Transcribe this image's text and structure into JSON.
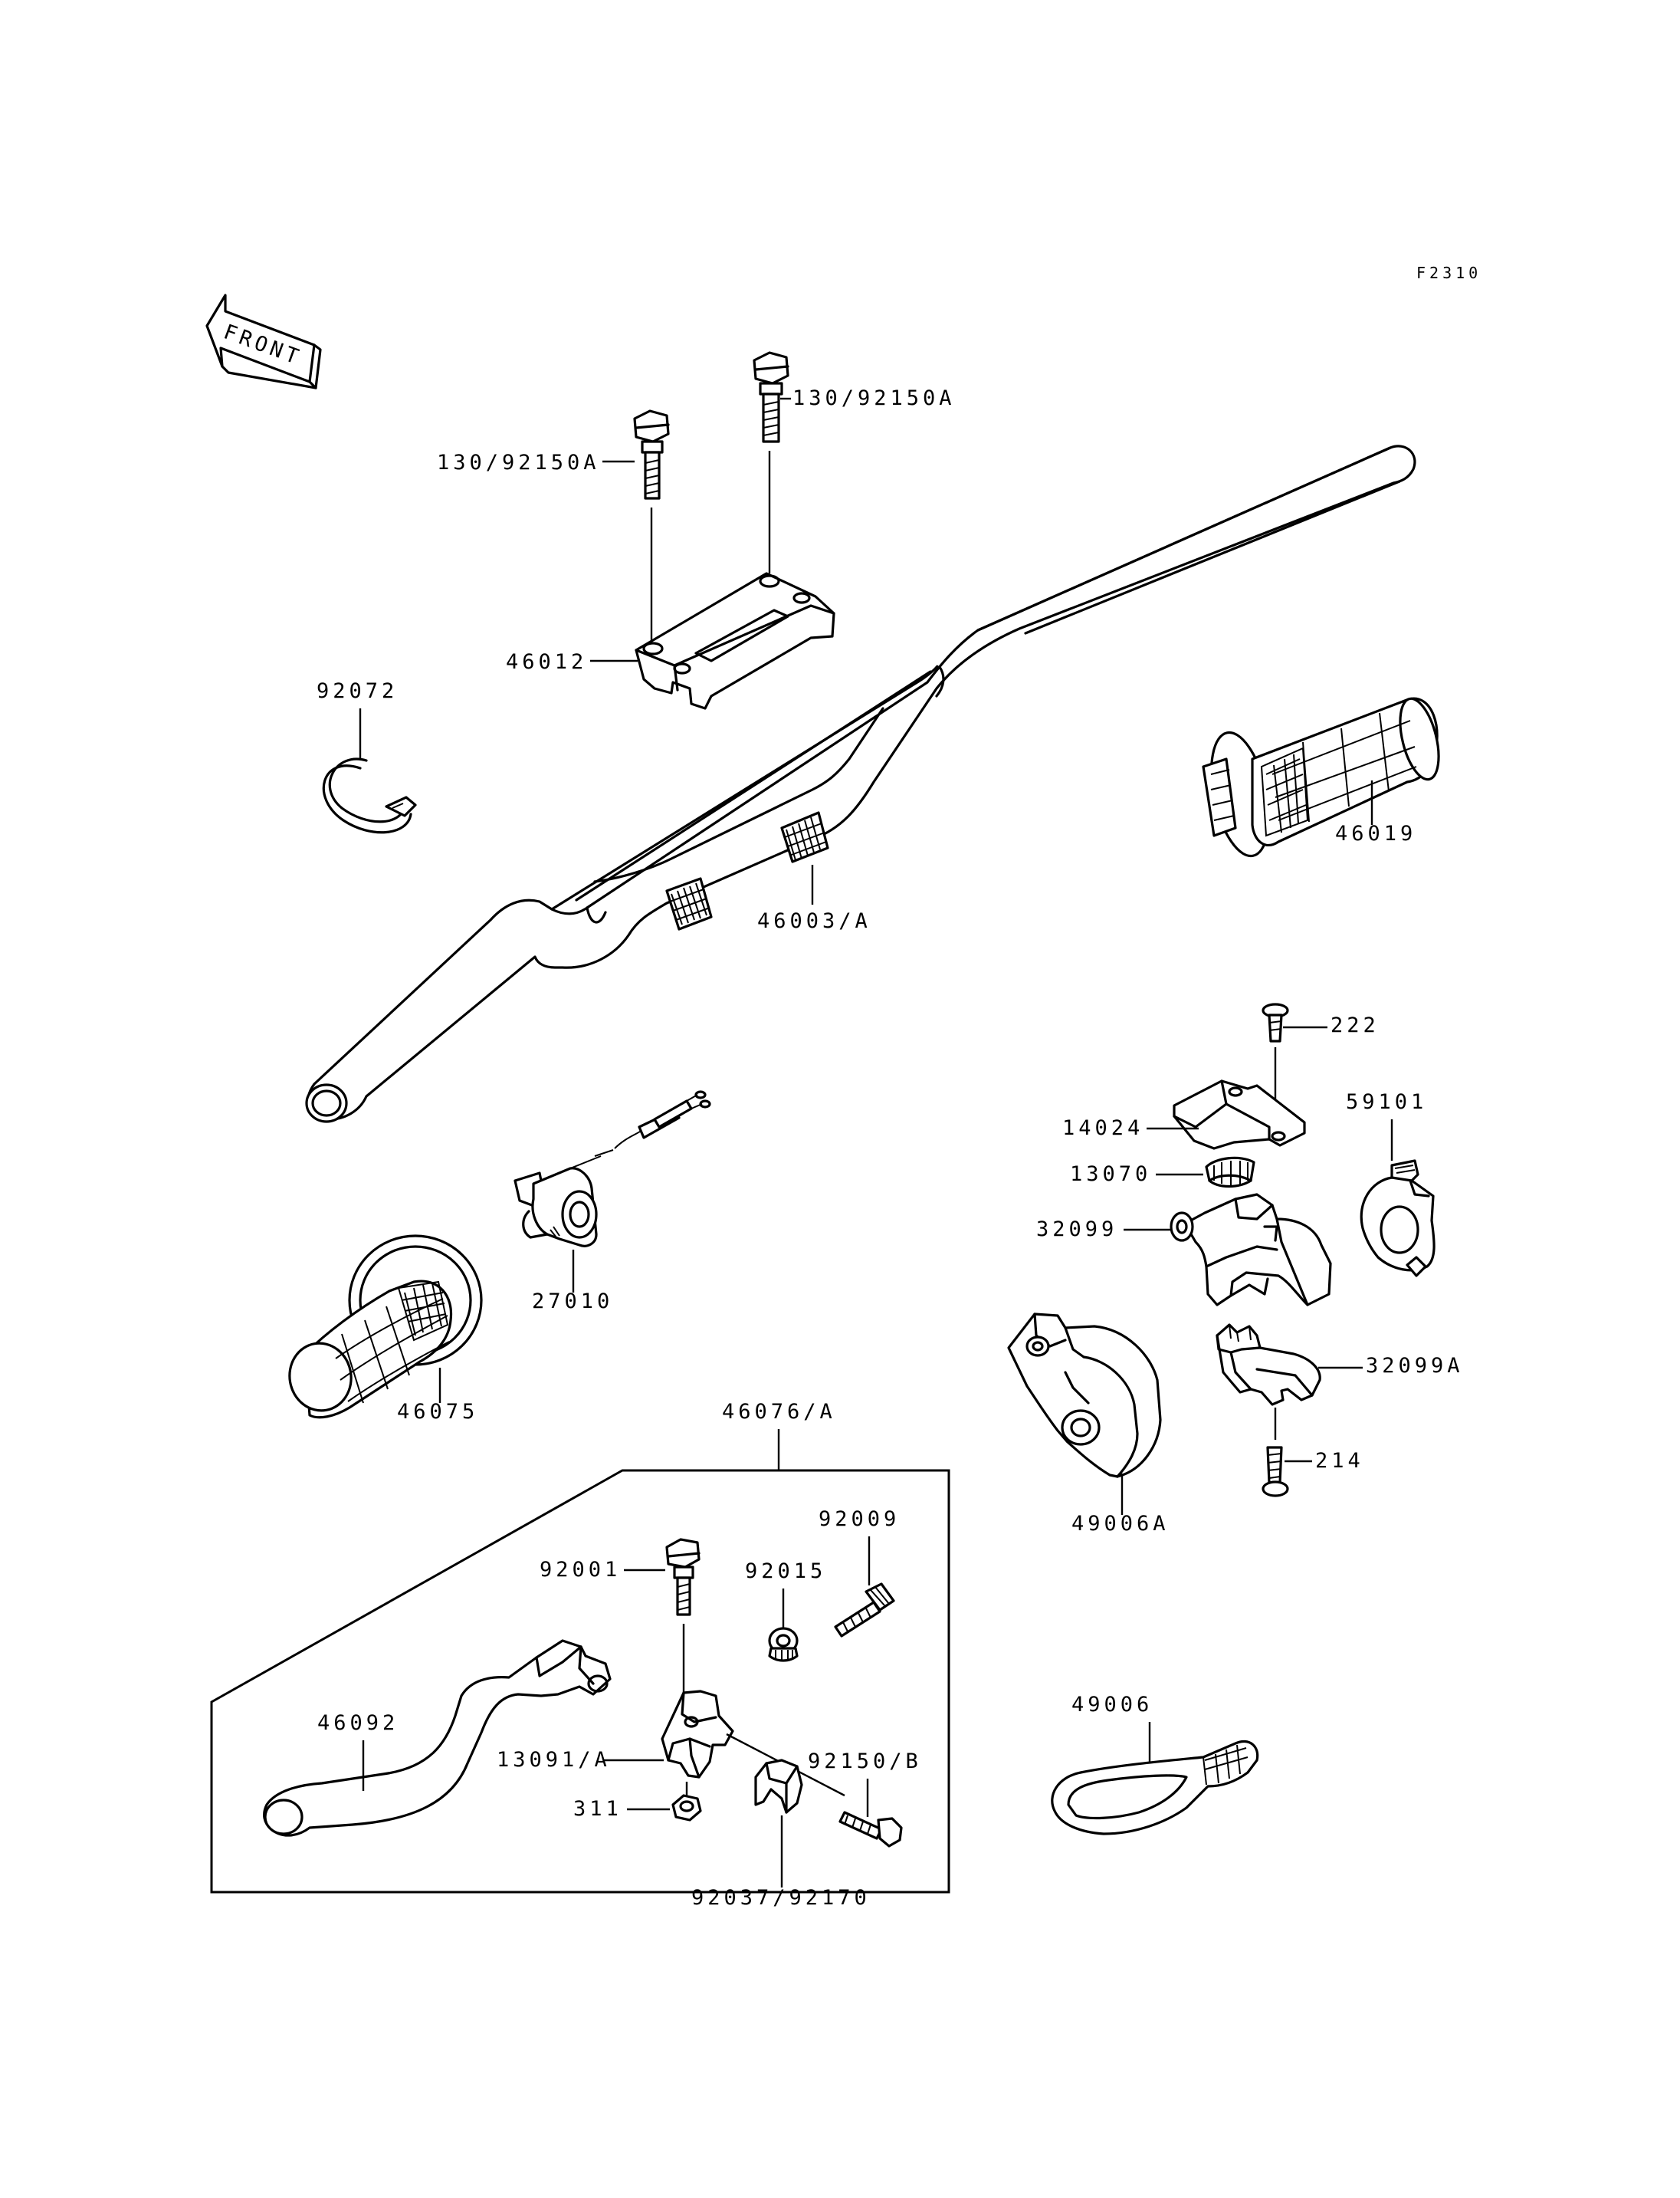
{
  "figure_code": "F2310",
  "front_label": "FRONT",
  "parts": {
    "bolt_left": "130/92150A",
    "bolt_right": "130/92150A",
    "holder": "46012",
    "band": "92072",
    "handlebar": "46003/A",
    "grip_right": "46019",
    "screw_222": "222",
    "cover_14024": "14024",
    "plate_13070": "13070",
    "switch_27010": "27010",
    "case_59101": "59101",
    "housing_32099": "32099",
    "housing_32099a": "32099A",
    "grip_left": "46075",
    "screw_214": "214",
    "lever_assy": "46076/A",
    "throttle_49006a": "49006A",
    "bolt_92009": "92009",
    "bolt_92001": "92001",
    "nut_92015": "92015",
    "lever_46092": "46092",
    "holder_13091": "13091/A",
    "bolt_92150b": "92150/B",
    "nut_311": "311",
    "collar_92037": "92037/92170",
    "cover_49006": "49006"
  }
}
